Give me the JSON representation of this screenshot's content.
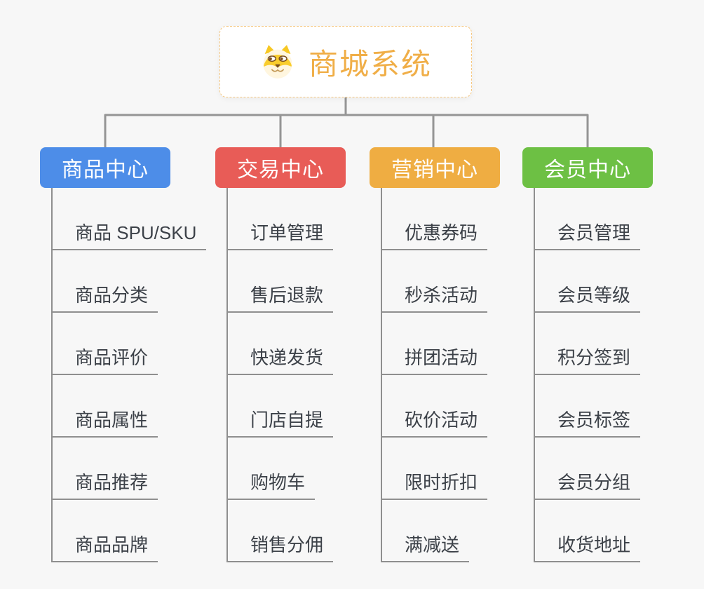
{
  "root": {
    "label": "商城系统",
    "icon": "dog-face-icon",
    "label_color": "#f0ae47",
    "border_color": "#f6c77f"
  },
  "branches": [
    {
      "label": "商品中心",
      "color": "#4d8de8",
      "children": [
        "商品 SPU/SKU",
        "商品分类",
        "商品评价",
        "商品属性",
        "商品推荐",
        "商品品牌"
      ]
    },
    {
      "label": "交易中心",
      "color": "#e85c57",
      "children": [
        "订单管理",
        "售后退款",
        "快递发货",
        "门店自提",
        "购物车",
        "销售分佣"
      ]
    },
    {
      "label": "营销中心",
      "color": "#efad42",
      "children": [
        "优惠券码",
        "秒杀活动",
        "拼团活动",
        "砍价活动",
        "限时折扣",
        "满减送"
      ]
    },
    {
      "label": "会员中心",
      "color": "#6dc044",
      "children": [
        "会员管理",
        "会员等级",
        "积分签到",
        "会员标签",
        "会员分组",
        "收货地址"
      ]
    }
  ],
  "colors": {
    "background": "#f7f7f7",
    "connector": "#959595",
    "child_line": "#8f8f8f",
    "child_text": "#3c4148",
    "node_text": "#ffffff"
  }
}
